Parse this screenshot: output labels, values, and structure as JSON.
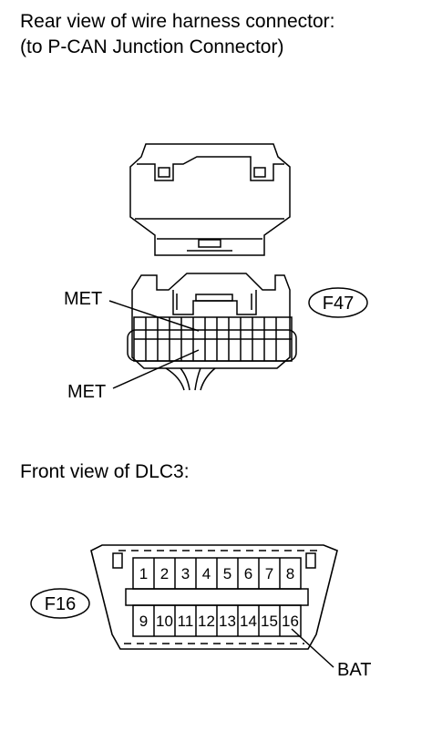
{
  "headings": {
    "rear_view_line1": "Rear view of wire harness connector:",
    "rear_view_line2": "(to P-CAN Junction Connector)",
    "front_view": "Front view of DLC3:"
  },
  "f47": {
    "connector_id": "F47",
    "label_top": "MET",
    "label_bottom": "MET"
  },
  "dlc3": {
    "connector_id": "F16",
    "pins_top": [
      "1",
      "2",
      "3",
      "4",
      "5",
      "6",
      "7",
      "8"
    ],
    "pins_bottom": [
      "9",
      "10",
      "11",
      "12",
      "13",
      "14",
      "15",
      "16"
    ],
    "bat_label": "BAT"
  }
}
